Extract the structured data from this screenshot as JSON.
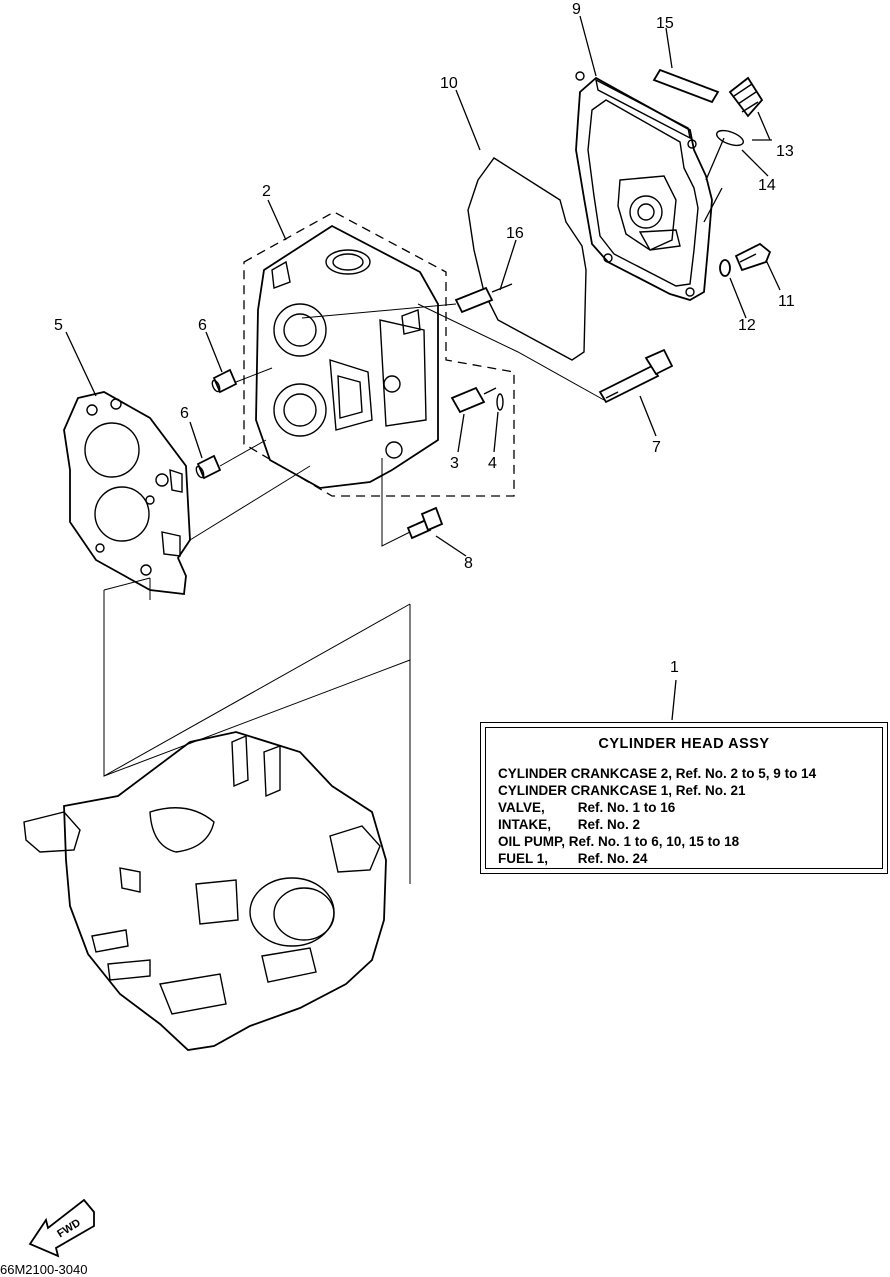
{
  "diagram_title": "CYLINDER  HEAD ASSY",
  "callouts": [
    "1",
    "2",
    "3",
    "4",
    "5",
    "6",
    "6",
    "7",
    "8",
    "9",
    "10",
    "11",
    "12",
    "13",
    "14",
    "15",
    "16"
  ],
  "legend_rows": [
    {
      "name": "CYLINDER CRANKCASE 2,",
      "ref": "Ref. No. 2 to 5, 9 to 14"
    },
    {
      "name": "CYLINDER CRANKCASE 1,",
      "ref": "Ref. No. 21"
    },
    {
      "name": "VALVE,",
      "ref": "Ref. No. 1 to 16"
    },
    {
      "name": "INTAKE,",
      "ref": "Ref. No. 2"
    },
    {
      "name": "OIL PUMP,",
      "ref": "Ref. No. 1 to 6, 10, 15 to 18"
    },
    {
      "name": "FUEL 1,",
      "ref": "Ref. No. 24"
    }
  ],
  "fwd_label": "FWD",
  "drawing_code": "66M2100-3040"
}
